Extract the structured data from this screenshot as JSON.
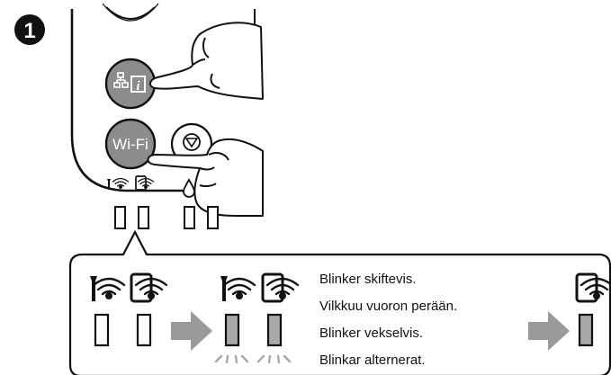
{
  "step": {
    "number": "1"
  },
  "panel": {
    "wifi_button_label": "Wi-Fi"
  },
  "captions": [
    "Blinker skiftevis.",
    "Vilkkuu vuoron perään.",
    "Blinker vekselvis.",
    "Blinkar alternerat."
  ],
  "colors": {
    "ink": "#111111",
    "button_gray": "#8c8c8c",
    "arrow_gray": "#9a9a9a",
    "lamp_gray": "#a8a8a8"
  },
  "icons": [
    "network-status-icon",
    "wifi-direct-phone-icon",
    "stop-icon",
    "ink-drop-icon",
    "pointing-hand-icon"
  ]
}
